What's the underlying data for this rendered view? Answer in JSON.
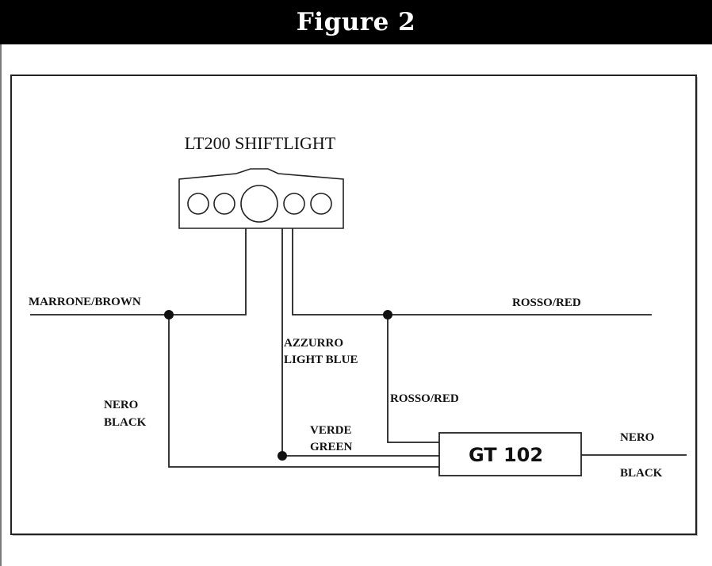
{
  "header": {
    "title": "Figure 2"
  },
  "diagram": {
    "device_title": "LT200 SHIFTLIGHT",
    "module_label": "GT 102",
    "wire_labels": {
      "brown": "MARRONE/BROWN",
      "red_top": "ROSSO/RED",
      "light_blue_it": "AZZURRO",
      "light_blue_en": "LIGHT BLUE",
      "black_left_it": "NERO",
      "black_left_en": "BLACK",
      "red_mid": "ROSSO/RED",
      "green_it": "VERDE",
      "green_en": "GREEN",
      "black_right_it": "NERO",
      "black_right_en": "BLACK"
    }
  }
}
